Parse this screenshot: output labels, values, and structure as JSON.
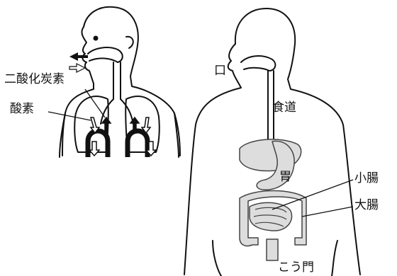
{
  "labels": {
    "carbon_dioxide": "二酸化炭素",
    "oxygen": "酸素",
    "mouth": "口",
    "esophagus": "食道",
    "stomach": "胃",
    "small_intestine": "小腸",
    "large_intestine": "大腸",
    "anus": "こう門"
  },
  "colors": {
    "line": "#111111",
    "organ_fill": "#dddddd",
    "organ_stroke": "#444444"
  }
}
